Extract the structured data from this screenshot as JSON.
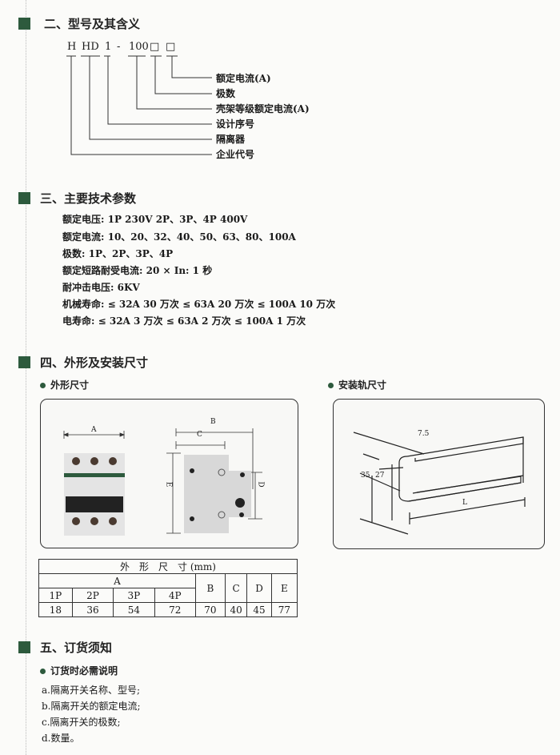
{
  "section2": {
    "title": "二、型号及其含义",
    "model_parts": [
      "H",
      "HD",
      "1",
      "-",
      "100",
      "□",
      "□"
    ],
    "labels": [
      "额定电流(A)",
      "极数",
      "壳架等级额定电流(A)",
      "设计序号",
      "隔离器",
      "企业代号"
    ]
  },
  "section3": {
    "title": "三、主要技术参数",
    "params": [
      "额定电压: 1P 230V   2P、3P、4P 400V",
      "额定电流: 10、20、32、40、50、63、80、100A",
      "极数: 1P、2P、3P、4P",
      "额定短路耐受电流: 20 × In: 1 秒",
      "耐冲击电压: 6KV",
      "机械寿命:  ≤ 32A  30 万次    ≤ 63A  20 万次    ≤ 100A  10 万次",
      "电寿命:  ≤ 32A  3 万次    ≤ 63A  2 万次    ≤ 100A  1 万次"
    ]
  },
  "section4": {
    "title": "四、外形及安装尺寸",
    "sub_outline": "外形尺寸",
    "sub_rail": "安装轨尺寸",
    "outline_dims": {
      "A": "A",
      "B": "B",
      "C": "C",
      "D": "D",
      "E": "E"
    },
    "rail_dims": {
      "w": "7.5",
      "h1": "35",
      "h2": "27",
      "len": "L"
    },
    "table": {
      "title": "外　形　尺　寸 (mm)",
      "group": "A",
      "poles": [
        "1P",
        "2P",
        "3P",
        "4P"
      ],
      "cols": [
        "B",
        "C",
        "D",
        "E"
      ],
      "values": [
        "18",
        "36",
        "54",
        "72",
        "70",
        "40",
        "45",
        "77"
      ]
    }
  },
  "section5": {
    "title": "五、订货须知",
    "sub": "订货时必需说明",
    "items": [
      "a.隔离开关名称、型号;",
      "b.隔离开关的额定电流;",
      "c.隔离开关的极数;",
      "d.数量。"
    ]
  },
  "colors": {
    "accent": "#2d5a3d"
  }
}
